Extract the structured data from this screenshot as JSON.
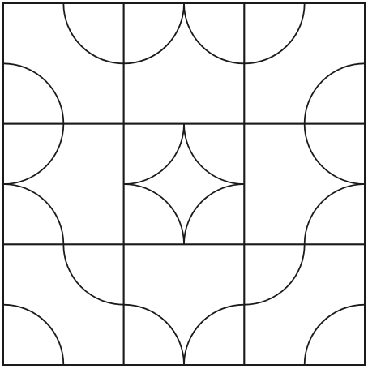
{
  "figure": {
    "kind": "quarter-circle tile pattern",
    "grid": {
      "rows": 3,
      "cols": 3
    },
    "line_color": "#1a1a1a",
    "background_color": "#ffffff",
    "tiles": [
      {
        "row": 0,
        "col": 0,
        "arcs": [
          "top-right",
          "bottom-left"
        ]
      },
      {
        "row": 0,
        "col": 1,
        "arcs": [
          "top-left",
          "top-right"
        ]
      },
      {
        "row": 0,
        "col": 2,
        "arcs": [
          "top-left",
          "bottom-right"
        ]
      },
      {
        "row": 1,
        "col": 0,
        "arcs": [
          "top-left",
          "bottom-left"
        ]
      },
      {
        "row": 1,
        "col": 1,
        "arcs": [
          "top-left",
          "top-right",
          "bottom-left",
          "bottom-right"
        ]
      },
      {
        "row": 1,
        "col": 2,
        "arcs": [
          "top-right",
          "bottom-right"
        ]
      },
      {
        "row": 2,
        "col": 0,
        "arcs": [
          "top-right",
          "bottom-left"
        ]
      },
      {
        "row": 2,
        "col": 1,
        "arcs": [
          "bottom-left",
          "bottom-right"
        ]
      },
      {
        "row": 2,
        "col": 2,
        "arcs": [
          "top-left",
          "bottom-right"
        ]
      }
    ]
  }
}
